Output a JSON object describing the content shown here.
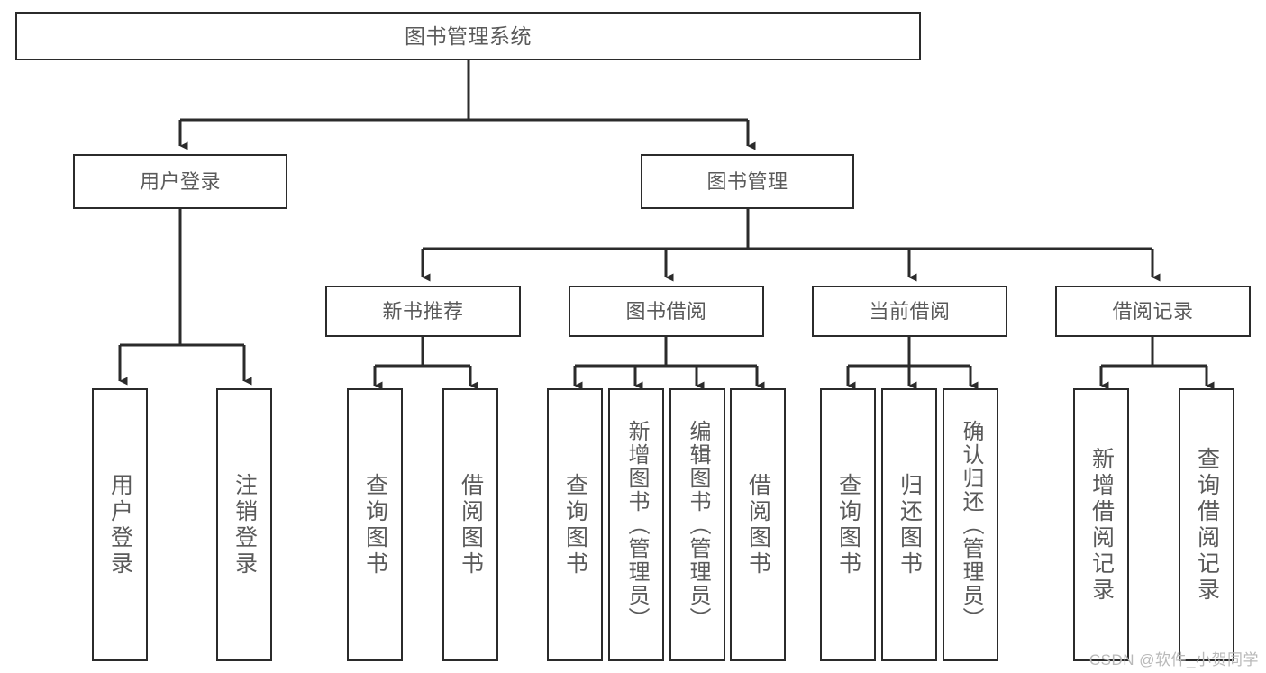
{
  "diagram": {
    "type": "hierarchy-tree",
    "title": "图书管理系统",
    "watermark": "CSDN @软件_小贺同学",
    "colors": {
      "box_border": "#2b2b2b",
      "box_fill": "#ffffff",
      "text": "#5a5a5a",
      "connector": "#2b2b2b",
      "watermark": "#b9b9b9"
    },
    "levels": {
      "root": {
        "label": "图书管理系统"
      },
      "level2": [
        {
          "label": "用户登录"
        },
        {
          "label": "图书管理"
        }
      ],
      "level3": [
        {
          "label": "新书推荐"
        },
        {
          "label": "图书借阅"
        },
        {
          "label": "当前借阅"
        },
        {
          "label": "借阅记录"
        }
      ],
      "leaves": {
        "user_login": [
          {
            "label": "用户登录"
          },
          {
            "label": "注销登录"
          }
        ],
        "new_book": [
          {
            "label": "查询图书"
          },
          {
            "label": "借阅图书"
          }
        ],
        "book_borrow": [
          {
            "label": "查询图书"
          },
          {
            "label": "新增图书（管理员）"
          },
          {
            "label": "编辑图书（管理员）"
          },
          {
            "label": "借阅图书"
          }
        ],
        "current_borrow": [
          {
            "label": "查询图书"
          },
          {
            "label": "归还图书"
          },
          {
            "label": "确认归还（管理员）"
          }
        ],
        "borrow_record": [
          {
            "label": "新增借阅记录"
          },
          {
            "label": "查询借阅记录"
          }
        ]
      }
    }
  }
}
